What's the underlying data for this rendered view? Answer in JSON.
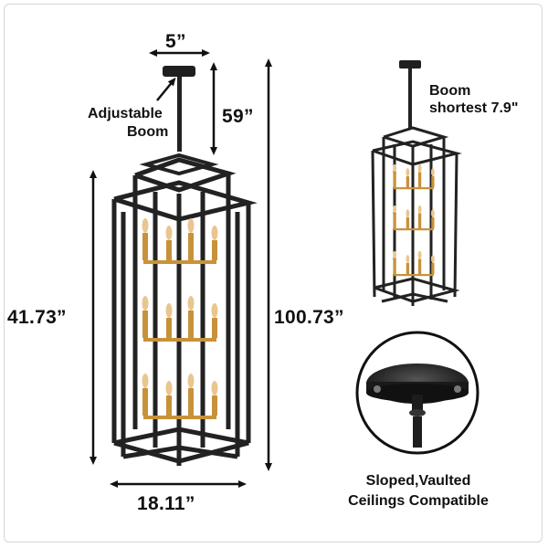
{
  "dimensions": {
    "canopy_width": "5”",
    "chain_length": "59”",
    "fixture_height": "41.73”",
    "total_height": "100.73”",
    "fixture_width": "18.11”"
  },
  "labels": {
    "adjustable_boom_line1": "Adjustable",
    "adjustable_boom_line2": "Boom",
    "boom_shortest_line1": "Boom",
    "boom_shortest_line2": "shortest 7.9\"",
    "ceiling_line1": "Sloped,Vaulted",
    "ceiling_line2": "Ceilings Compatible"
  },
  "colors": {
    "frame": "#222222",
    "brass": "#c8923a",
    "bulb": "#e9c690",
    "text": "#111111"
  },
  "icons": [
    "chandelier-main-image",
    "chandelier-small-image",
    "canopy-detail-image"
  ]
}
